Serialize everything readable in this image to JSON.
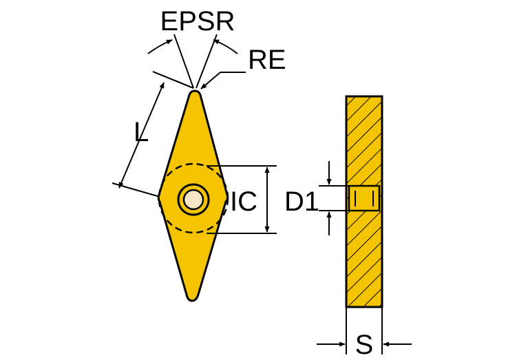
{
  "labels": {
    "epsr": "EPSR",
    "re": "RE",
    "l": "L",
    "ic": "IC",
    "d1": "D1",
    "s": "S"
  },
  "colors": {
    "insert_fill": "#F5C400",
    "outline": "#000000",
    "hole_fill": "#F5E6C4",
    "background": "#FFFFFF"
  }
}
